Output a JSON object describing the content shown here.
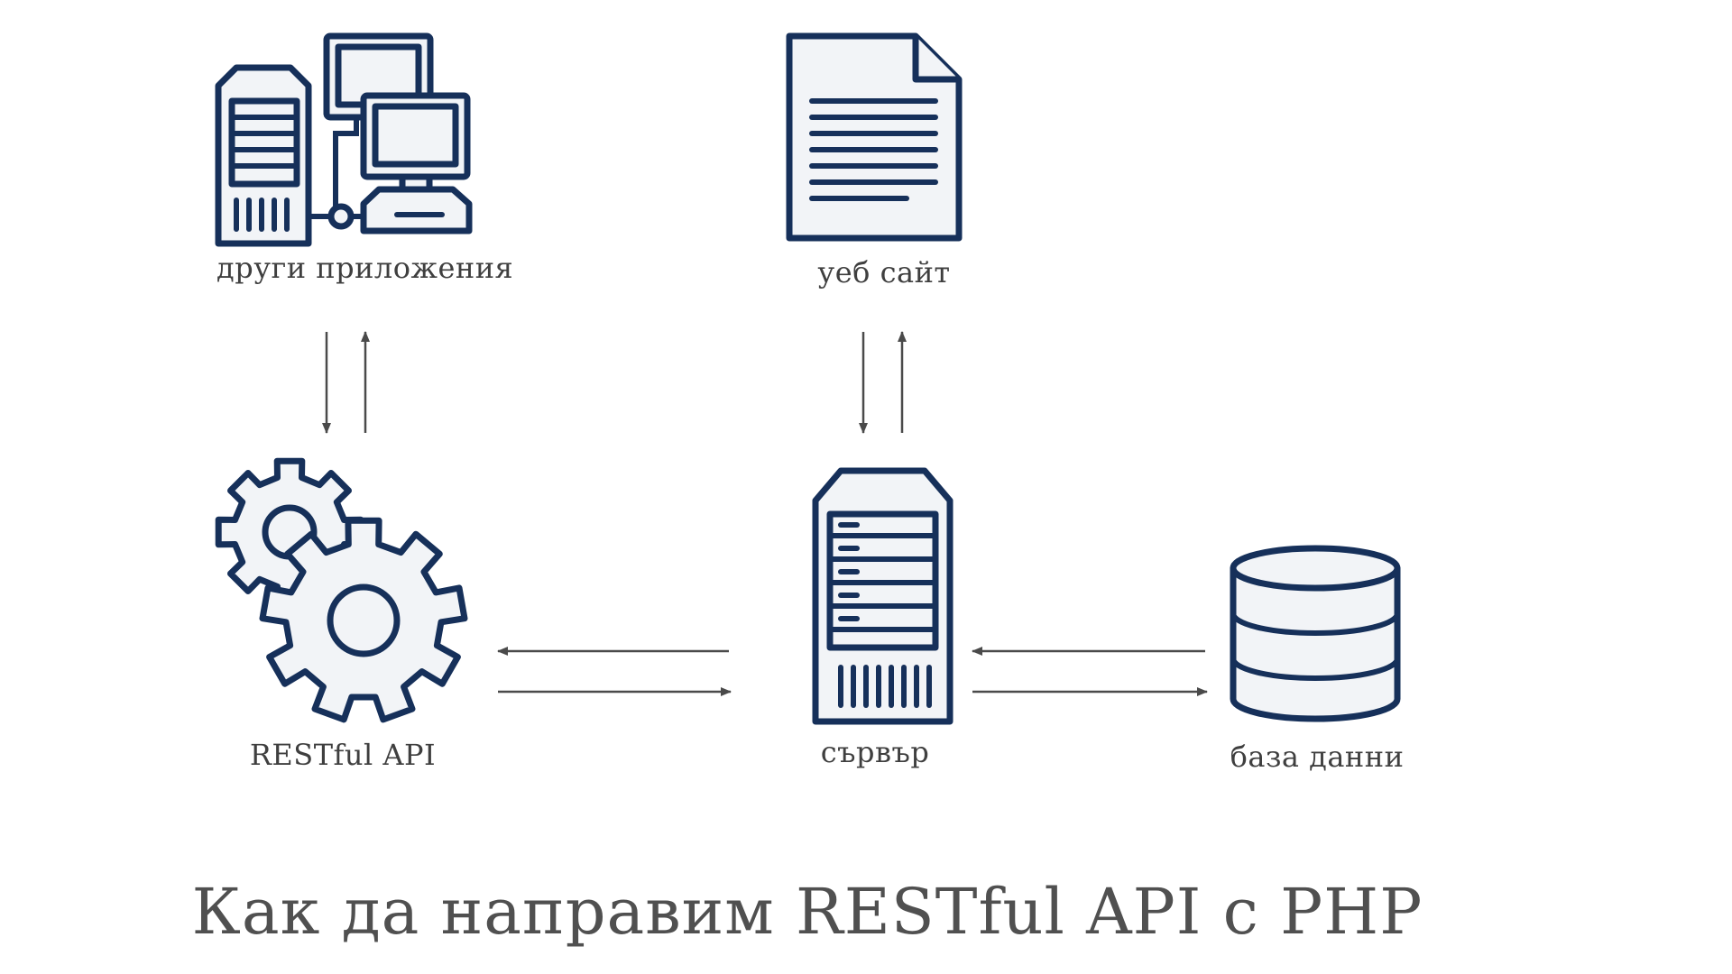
{
  "diagram": {
    "title": "Как да направим RESTful API с PHP",
    "nodes": [
      {
        "id": "other-apps",
        "label": "други приложения",
        "icon": "computers-icon"
      },
      {
        "id": "website",
        "label": "уеб сайт",
        "icon": "document-icon"
      },
      {
        "id": "restful-api",
        "label": "RESTful API",
        "icon": "gears-icon"
      },
      {
        "id": "server",
        "label": "сървър",
        "icon": "server-icon"
      },
      {
        "id": "database",
        "label": "база данни",
        "icon": "database-icon"
      }
    ],
    "edges": [
      {
        "from": "other-apps",
        "to": "restful-api"
      },
      {
        "from": "restful-api",
        "to": "other-apps"
      },
      {
        "from": "website",
        "to": "server"
      },
      {
        "from": "server",
        "to": "website"
      },
      {
        "from": "server",
        "to": "restful-api"
      },
      {
        "from": "restful-api",
        "to": "server"
      },
      {
        "from": "database",
        "to": "server"
      },
      {
        "from": "server",
        "to": "database"
      }
    ],
    "colors": {
      "icon_stroke": "#16305a",
      "icon_fill": "#f2f4f7",
      "arrow": "#4a4a4a",
      "text": "#3f3f3f"
    }
  }
}
